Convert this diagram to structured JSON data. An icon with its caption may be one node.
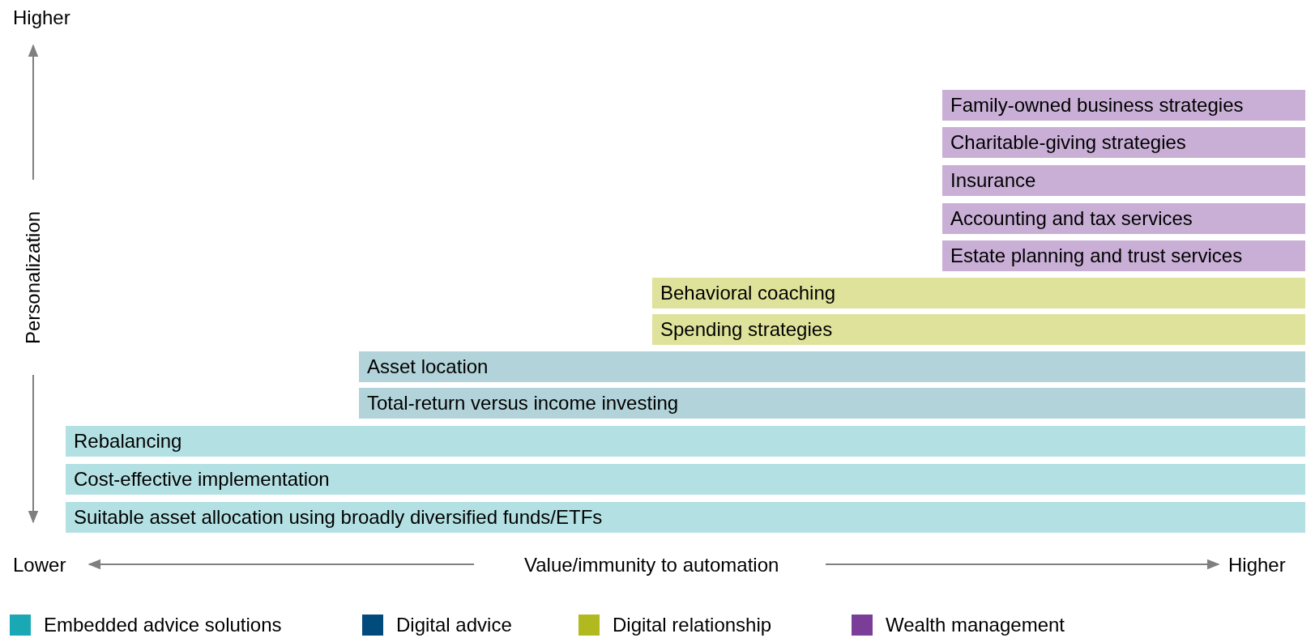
{
  "diagram": {
    "nodes": [
      {
        "text": [
          "Family-owned business strategies"
        ]
      },
      {
        "text": [
          "Charitable-giving strategies"
        ]
      },
      {
        "text": [
          "Insurance"
        ]
      },
      {
        "text": [
          "Accounting and tax services"
        ]
      },
      {
        "text": [
          "Estate planning and trust services"
        ]
      },
      {
        "text": [
          "Behavioral coaching"
        ]
      },
      {
        "text": [
          "Spending strategies"
        ]
      },
      {
        "text": [
          "Asset location"
        ]
      },
      {
        "text": [
          "Total-return versus income investing"
        ]
      },
      {
        "text": [
          "Rebalancing"
        ]
      },
      {
        "text": [
          "Cost-effective implementation"
        ]
      },
      {
        "text": [
          "Suitable asset allocation using broadly diversified funds/ETFs"
        ]
      }
    ],
    "labels": [
      "Higher",
      "Personalization",
      "Lower",
      "Value/immunity to automation",
      "Higher"
    ],
    "legend": [
      {
        "text": "Embedded advice solutions",
        "color": "#1ba8b5"
      },
      {
        "text": "Digital advice",
        "color": "#004a7c"
      },
      {
        "text": "Digital relationship",
        "color": "#b0b91e"
      },
      {
        "text": "Wealth management",
        "color": "#7a3e99"
      }
    ]
  }
}
